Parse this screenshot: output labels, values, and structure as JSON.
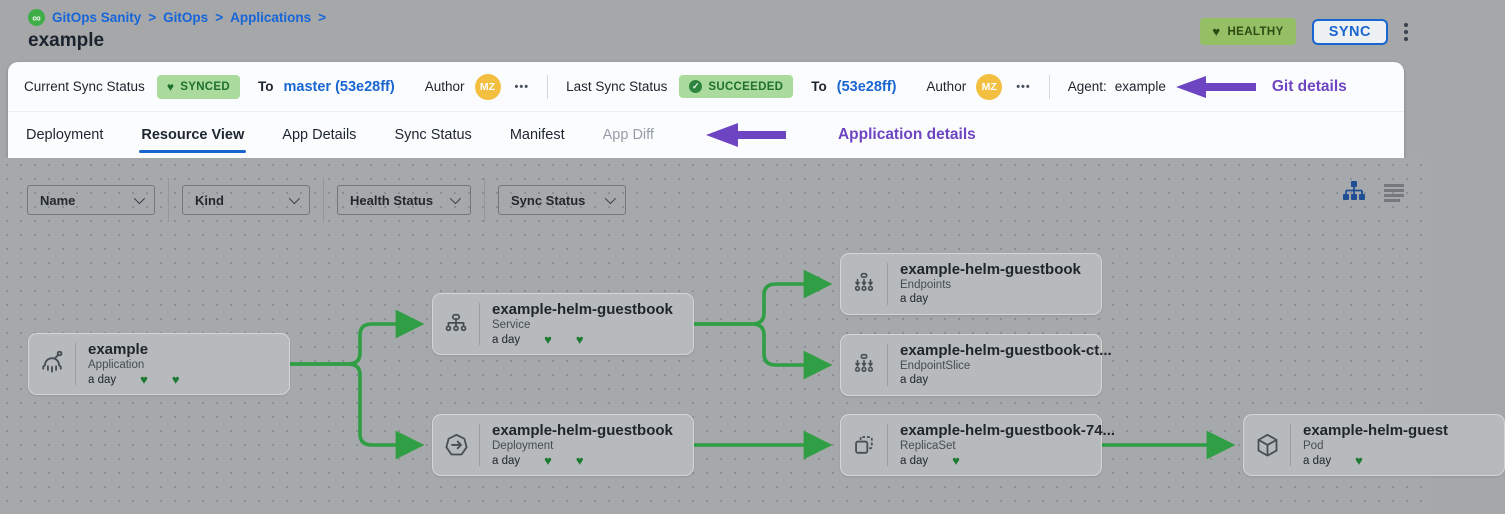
{
  "icons": {
    "heart": "♥",
    "ellipsis": "•••",
    "infinity": "∞",
    "check": "✓"
  },
  "header": {
    "breadcrumb": [
      "GitOps Sanity",
      "GitOps",
      "Applications"
    ],
    "separator": ">",
    "title": "example",
    "health_badge": "HEALTHY",
    "sync_button": "SYNC"
  },
  "status_bar": {
    "current_label": "Current Sync Status",
    "current_badge": "SYNCED",
    "current_to": "To",
    "current_revision": "master (53e28ff)",
    "current_author_label": "Author",
    "current_avatar": "MZ",
    "last_label": "Last Sync Status",
    "last_badge": "SUCCEEDED",
    "last_to": "To",
    "last_revision": "(53e28ff)",
    "last_author_label": "Author",
    "last_avatar": "MZ",
    "agent_label": "Agent:",
    "agent_value": "example",
    "annotation": "Git details"
  },
  "tabs": {
    "items": [
      {
        "label": "Deployment"
      },
      {
        "label": "Resource View"
      },
      {
        "label": "App Details"
      },
      {
        "label": "Sync Status"
      },
      {
        "label": "Manifest"
      },
      {
        "label": "App Diff"
      }
    ],
    "annotation": "Application details"
  },
  "filters": [
    {
      "label": "Name"
    },
    {
      "label": "Kind"
    },
    {
      "label": "Health Status"
    },
    {
      "label": "Sync Status"
    }
  ],
  "graph": {
    "nodes": [
      {
        "name": "example",
        "kind": "Application",
        "age": "a day",
        "hearts": 2
      },
      {
        "name": "example-helm-guestbook",
        "kind": "Service",
        "age": "a day",
        "hearts": 2
      },
      {
        "name": "example-helm-guestbook",
        "kind": "Deployment",
        "age": "a day",
        "hearts": 2
      },
      {
        "name": "example-helm-guestbook",
        "kind": "Endpoints",
        "age": "a day",
        "hearts": 0
      },
      {
        "name": "example-helm-guestbook-ct...",
        "kind": "EndpointSlice",
        "age": "a day",
        "hearts": 0
      },
      {
        "name": "example-helm-guestbook-74...",
        "kind": "ReplicaSet",
        "age": "a day",
        "hearts": 1
      },
      {
        "name": "example-helm-guest",
        "kind": "Pod",
        "age": "a day",
        "hearts": 1
      }
    ]
  },
  "colors": {
    "accent_blue": "#1a66d0",
    "edge_green": "#2f9e44",
    "healthy_green": "#95bf65",
    "badge_green": "#abdb9c",
    "annotation_purple": "#6d45c2",
    "avatar_yellow": "#f2bf40"
  }
}
